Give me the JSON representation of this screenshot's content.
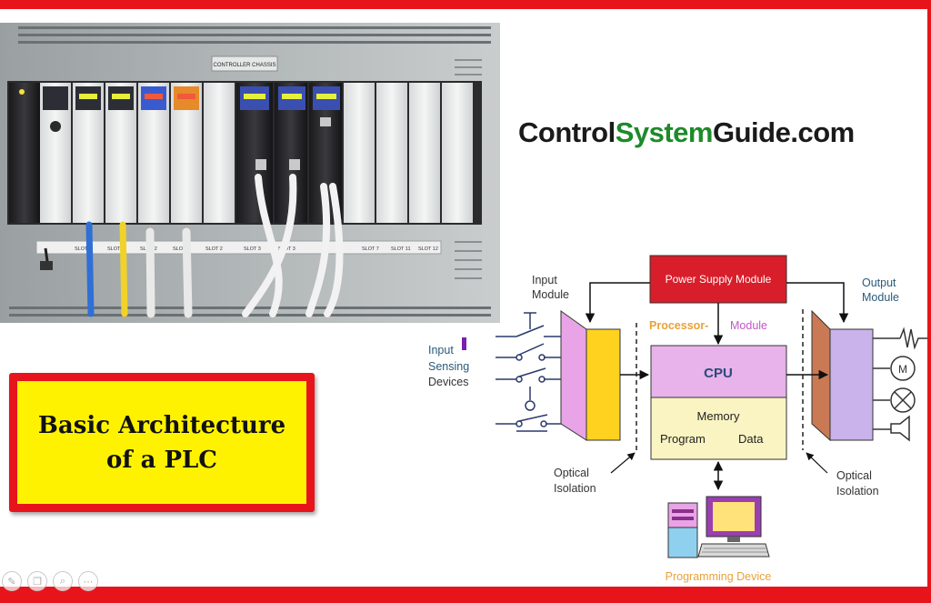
{
  "brand": {
    "part1": "Control",
    "part2": "System",
    "part3": "Guide.com"
  },
  "title": {
    "line1": "Basic Architecture",
    "line2": "of a PLC"
  },
  "photo": {
    "chassis_label": "CONTROLLER CHASSIS",
    "slot_labels": [
      "SLOT 1",
      "SLOT 1",
      "SLOT 2",
      "SLOT 1",
      "SLOT 2",
      "SLOT 3",
      "SLOT 3",
      "SLOT 7",
      "SLOT 11",
      "SLOT 12"
    ]
  },
  "diagram": {
    "power_supply": "Power Supply Module",
    "input_module": [
      "Input",
      "Module"
    ],
    "output_module": [
      "Output",
      "Module"
    ],
    "processor": "Processor-",
    "module": "Module",
    "cpu": "CPU",
    "memory": "Memory",
    "program": "Program",
    "data": "Data",
    "input_devices": [
      "Input",
      "Sensing",
      "Devices"
    ],
    "optical_left": [
      "Optical",
      "Isolation"
    ],
    "optical_right": [
      "Optical",
      "Isolation"
    ],
    "programming_device": "Programming Device",
    "motor": "M"
  },
  "colors": {
    "red_frame": "#e8141c",
    "title_bg": "#fff200",
    "power_supply": "#d81e2a",
    "cpu": "#e7b3ea",
    "memory": "#faf4c2",
    "input_module_face": "#e8a4e6",
    "input_module_side": "#ffd21f",
    "output_module_face": "#c9b3ea",
    "output_module_side": "#c97a54",
    "blue_label": "#2a5a7a",
    "orange_label": "#e8a23a",
    "purple_label": "#c057c8"
  },
  "toolbar": [
    "pencil-icon",
    "copy-icon",
    "zoom-icon",
    "more-icon"
  ]
}
